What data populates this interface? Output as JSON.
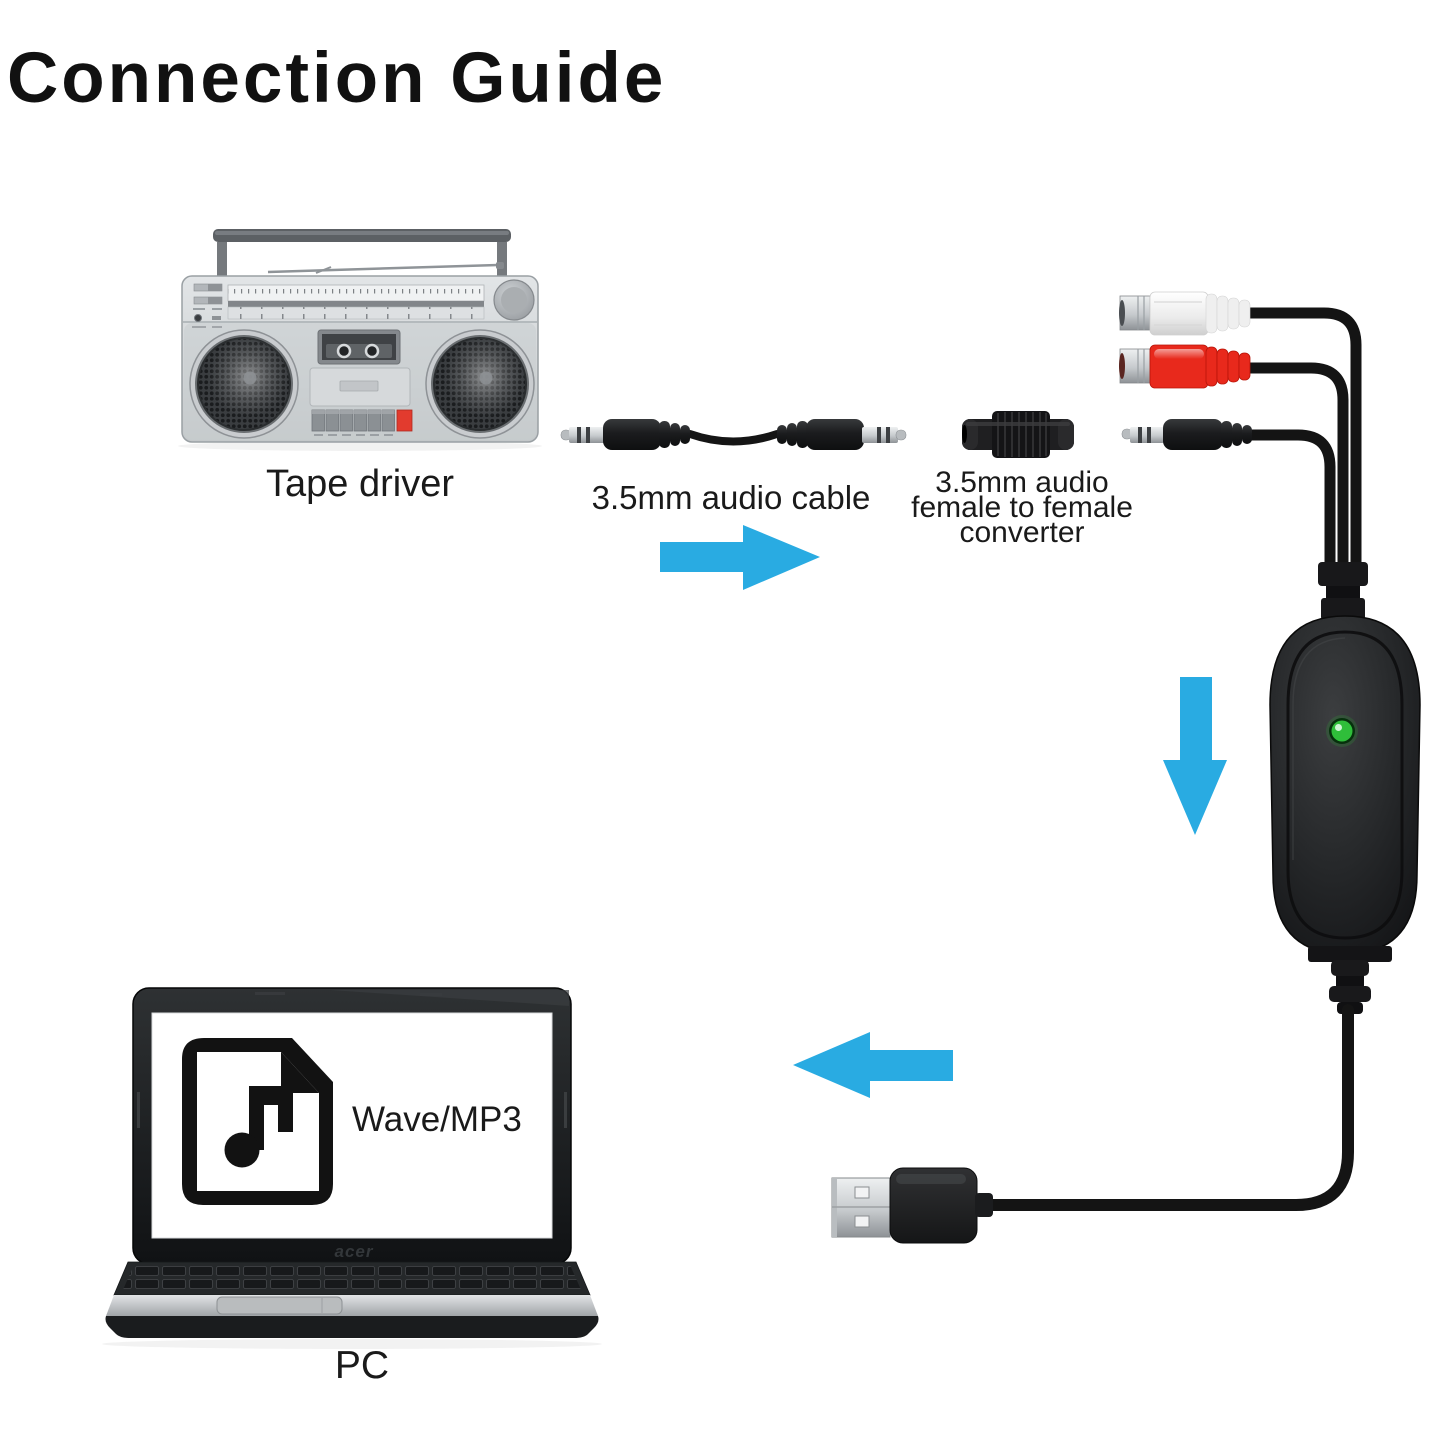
{
  "title": "Connection Guide",
  "diagram": {
    "tape_player": {
      "label": "Tape driver"
    },
    "audio_cable": {
      "label": "3.5mm audio cable"
    },
    "converter": {
      "label_lines": [
        "3.5mm audio",
        "female to female",
        "converter"
      ]
    },
    "pc": {
      "label": "PC",
      "brand_logo": "acer",
      "screen_file_label": "Wave/MP3"
    }
  },
  "colors": {
    "arrow_blue": "#29abe2",
    "rca_red": "#e8291c",
    "boombox_record_red": "#e23b2e",
    "led_green": "#2fbe3a"
  }
}
